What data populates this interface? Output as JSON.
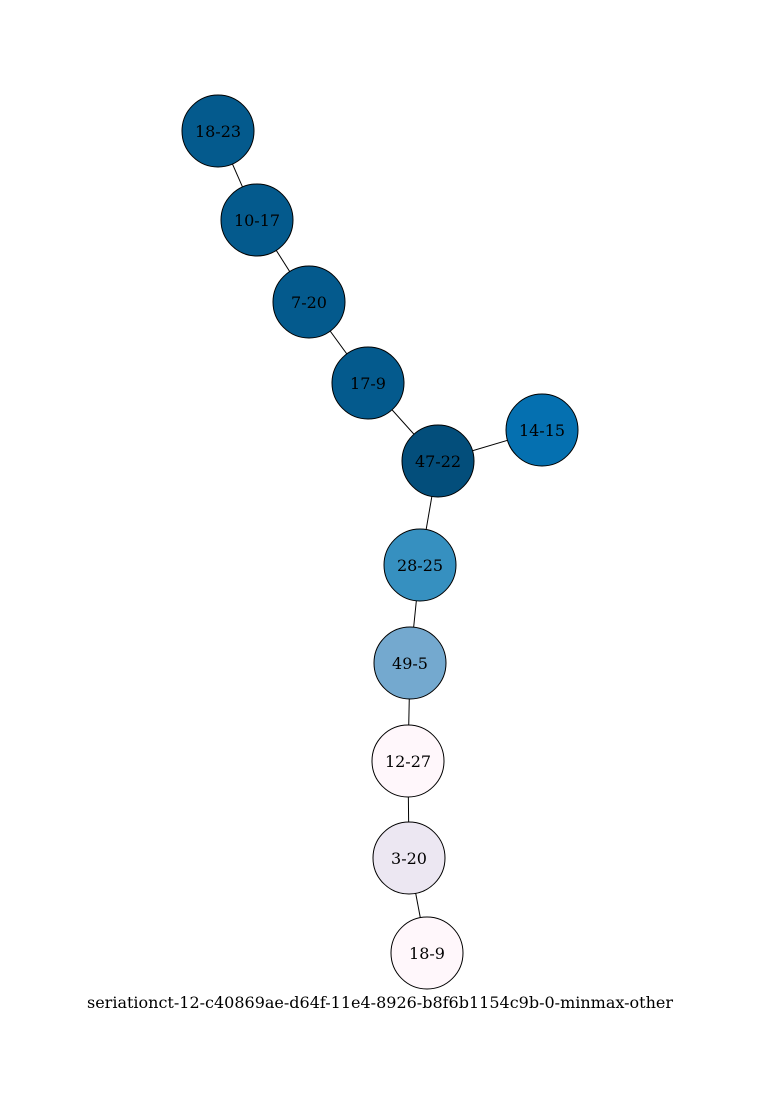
{
  "graph": {
    "caption": "seriationct-12-c40869ae-d64f-11e4-8926-b8f6b1154c9b-0-minmax-other",
    "nodes": [
      {
        "id": "n1",
        "label": "18-23",
        "color": "#045a8d"
      },
      {
        "id": "n2",
        "label": "10-17",
        "color": "#045a8d"
      },
      {
        "id": "n3",
        "label": "7-20",
        "color": "#045a8d"
      },
      {
        "id": "n4",
        "label": "17-9",
        "color": "#045a8d"
      },
      {
        "id": "n5",
        "label": "47-22",
        "color": "#034e7b"
      },
      {
        "id": "n6",
        "label": "14-15",
        "color": "#0570b0"
      },
      {
        "id": "n7",
        "label": "28-25",
        "color": "#3690c0"
      },
      {
        "id": "n8",
        "label": "49-5",
        "color": "#74a9cf"
      },
      {
        "id": "n9",
        "label": "12-27",
        "color": "#fff7fb"
      },
      {
        "id": "n10",
        "label": "3-20",
        "color": "#ece7f2"
      },
      {
        "id": "n11",
        "label": "18-9",
        "color": "#fff7fb"
      }
    ],
    "edges": [
      [
        "n1",
        "n2"
      ],
      [
        "n2",
        "n3"
      ],
      [
        "n3",
        "n4"
      ],
      [
        "n4",
        "n5"
      ],
      [
        "n5",
        "n6"
      ],
      [
        "n5",
        "n7"
      ],
      [
        "n7",
        "n8"
      ],
      [
        "n8",
        "n9"
      ],
      [
        "n9",
        "n10"
      ],
      [
        "n10",
        "n11"
      ]
    ]
  }
}
